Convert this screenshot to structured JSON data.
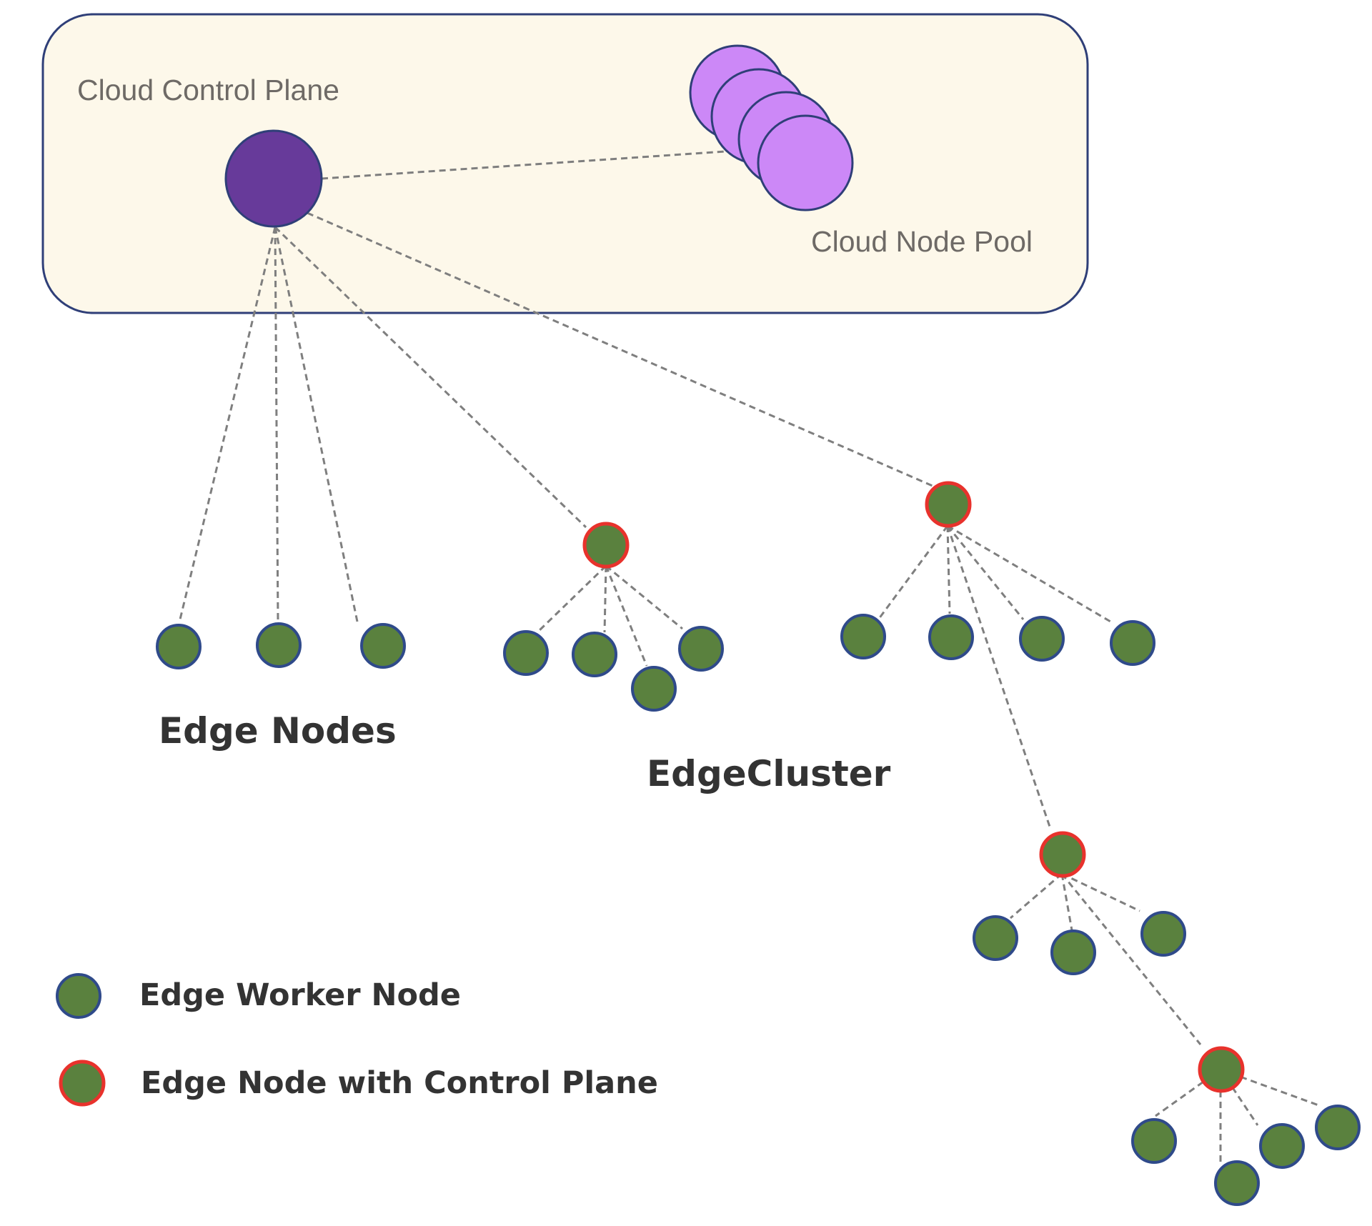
{
  "cloud_box": {
    "title": "Cloud Control Plane",
    "pool_label": "Cloud Node Pool"
  },
  "groups": {
    "edge_nodes": "Edge Nodes",
    "edge_cluster": "EdgeCluster"
  },
  "legend": {
    "worker": "Edge Worker Node",
    "control": "Edge Node with Control Plane"
  },
  "colors": {
    "cloud_box_fill": "#fdf8ea",
    "cloud_box_stroke": "#2f3f78",
    "control_plane": "#673a9a",
    "pool_node": "#cc88f7",
    "edge_node_fill": "#5a813e",
    "worker_border": "#2f4a8a",
    "control_border": "#e8322c",
    "edge_line": "#7f7f7f"
  }
}
